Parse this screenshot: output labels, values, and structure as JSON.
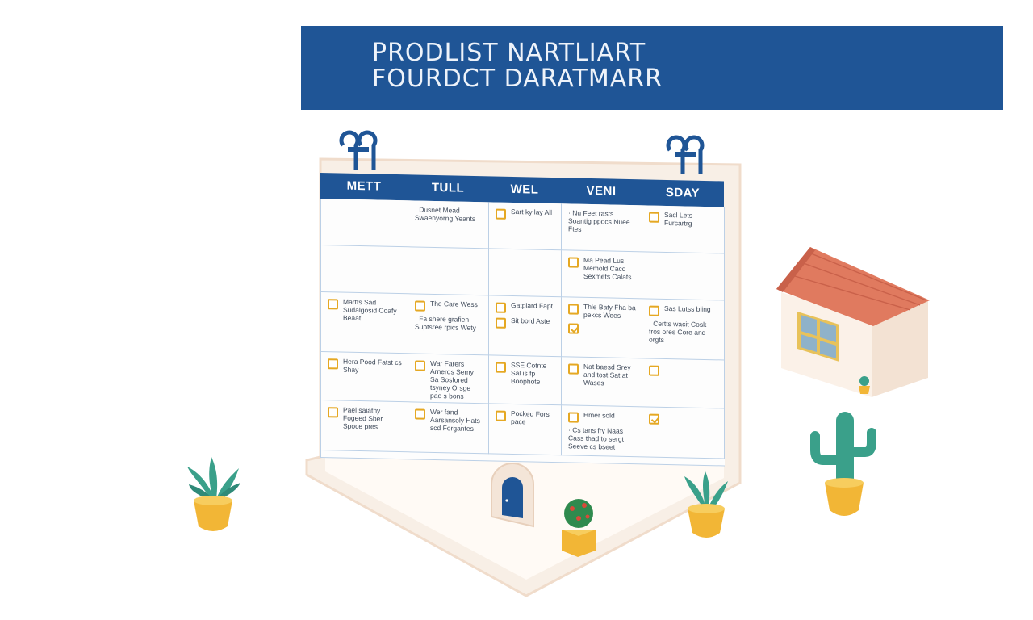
{
  "banner": {
    "line1": "PRODLIST NARTLIART",
    "line2": "FOURDCT DARATMARR"
  },
  "days": [
    "METT",
    "TULL",
    "WEL",
    "VENI",
    "SDAY"
  ],
  "rows": [
    [
      [],
      [
        {
          "text": "· Dusnet Mead Swaenyorng Yeants",
          "checkbox": false,
          "checked": false
        }
      ],
      [
        {
          "text": "Sart ky lay All",
          "checkbox": true,
          "checked": false
        }
      ],
      [
        {
          "text": "· Nu Feet rasts Soantig ppocs Nuee Ftes",
          "checkbox": false,
          "checked": false
        }
      ],
      [
        {
          "text": "Sacl Lets Furcartrg",
          "checkbox": true,
          "checked": false
        }
      ]
    ],
    [
      [],
      [],
      [],
      [
        {
          "text": "Ma Pead Lus Memold Cacd Sexmets Calats",
          "checkbox": true,
          "checked": false
        }
      ],
      []
    ],
    [
      [
        {
          "text": "Martts Sad Sudalgosid Coafy Beaat",
          "checkbox": true,
          "checked": false
        }
      ],
      [
        {
          "text": "The Care Wess",
          "checkbox": true,
          "checked": false
        },
        {
          "text": "· Fa shere grafien Suptsree rpics Wety",
          "checkbox": false,
          "checked": false
        }
      ],
      [
        {
          "text": "Gatplard Fapt",
          "checkbox": true,
          "checked": false
        },
        {
          "text": "Sit bord Aste",
          "checkbox": true,
          "checked": false
        }
      ],
      [
        {
          "text": "Thle Baty Fha ba pekcs Wees",
          "checkbox": true,
          "checked": false
        },
        {
          "text": "",
          "checkbox": true,
          "checked": true
        }
      ],
      [
        {
          "text": "Sas Lutss biing",
          "checkbox": true,
          "checked": false
        },
        {
          "text": "· Certts wacit Cosk fros ores Core and orgts",
          "checkbox": false,
          "checked": false
        }
      ]
    ],
    [
      [
        {
          "text": "Hera Pood Fatst cs Shay",
          "checkbox": true,
          "checked": false
        }
      ],
      [
        {
          "text": "War Farers Arnerds Semy Sa Sosfored tsyney Orsge pae s bons",
          "checkbox": true,
          "checked": false
        }
      ],
      [
        {
          "text": "SSE Cotnte Sal is fp Boophote",
          "checkbox": true,
          "checked": false
        }
      ],
      [
        {
          "text": "Nat baesd Srey and tost Sat at Wases",
          "checkbox": true,
          "checked": false
        }
      ],
      [
        {
          "text": "",
          "checkbox": true,
          "checked": false
        }
      ]
    ],
    [
      [
        {
          "text": "Pael saiathy Fogeed Sber Spoce pres",
          "checkbox": true,
          "checked": false
        }
      ],
      [
        {
          "text": "Wer fand Aarsansoly Hats scd Forgantes",
          "checkbox": true,
          "checked": false
        }
      ],
      [
        {
          "text": "Pocked Fors pace",
          "checkbox": true,
          "checked": false
        }
      ],
      [
        {
          "text": "Hmer sold",
          "checkbox": true,
          "checked": false
        },
        {
          "text": "· Cs tans fry Naas Cass thad to sergt Seeve cs bseet",
          "checkbox": false,
          "checked": false
        }
      ],
      [
        {
          "text": "",
          "checkbox": true,
          "checked": true
        }
      ]
    ]
  ],
  "colors": {
    "banner_blue": "#1f5596",
    "checkbox_gold": "#e5a823",
    "roof_terracotta": "#e07a5f",
    "plant_green": "#3aa08a",
    "pot_yellow": "#f2b636"
  },
  "icons": [
    "binder-ring-icon",
    "house-icon",
    "door-icon",
    "plant-icon",
    "cactus-icon",
    "rose-bush-icon"
  ]
}
